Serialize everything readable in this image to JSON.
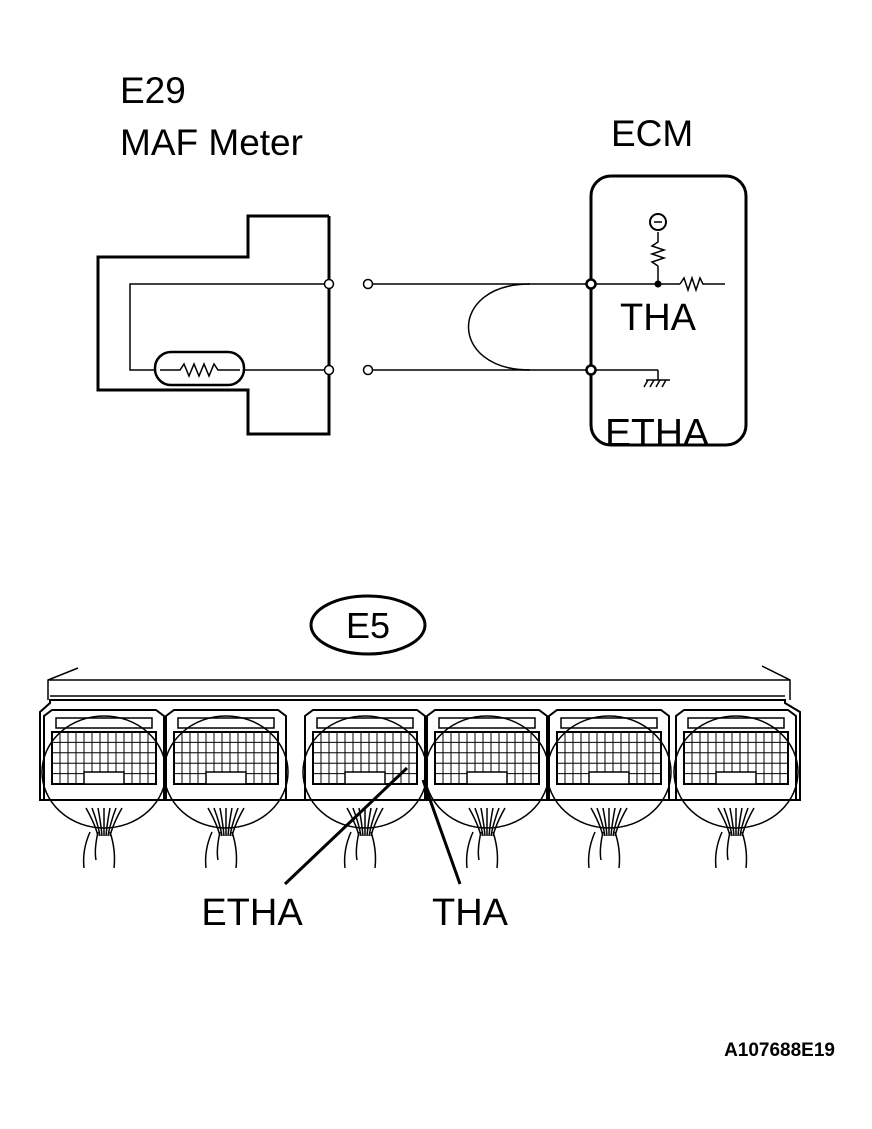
{
  "top_diagram": {
    "connector_id": "E29",
    "component_name": "MAF Meter",
    "ecm_label": "ECM",
    "pin_top": "THA",
    "pin_bottom": "ETHA"
  },
  "bottom_diagram": {
    "connector_id": "E5",
    "callout_left": "ETHA",
    "callout_right": "THA"
  },
  "figure_code": "A107688E19"
}
